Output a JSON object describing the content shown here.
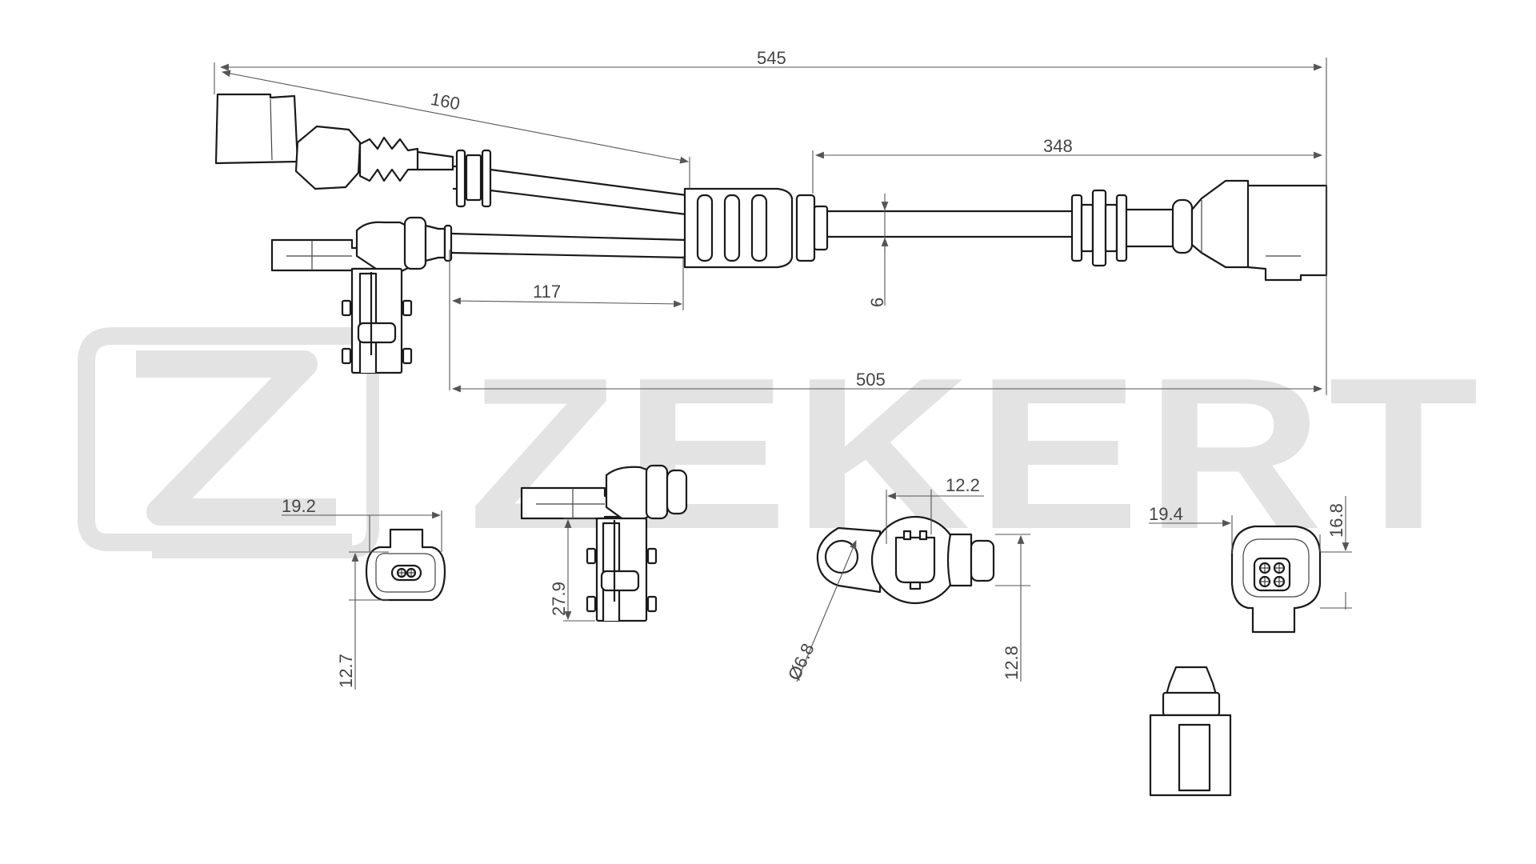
{
  "watermark": {
    "brand": "ZEKERT",
    "color": "#e3e3e3"
  },
  "colors": {
    "outline": "#1a1a1a",
    "dimension": "#555555",
    "background": "#ffffff"
  },
  "dimensions": {
    "total_length": "545",
    "branch_length": "160",
    "main_cable": "348",
    "sensor_branch": "117",
    "sensor_total": "505",
    "cable_diameter": "6",
    "connector_a_width": "19.2",
    "connector_a_height": "12.7",
    "sensor_body_height": "27.9",
    "mount_width": "12.2",
    "mount_hole": "Ø6.8",
    "mount_height": "12.8",
    "connector_b_width": "19.4",
    "connector_b_height": "16.8"
  }
}
